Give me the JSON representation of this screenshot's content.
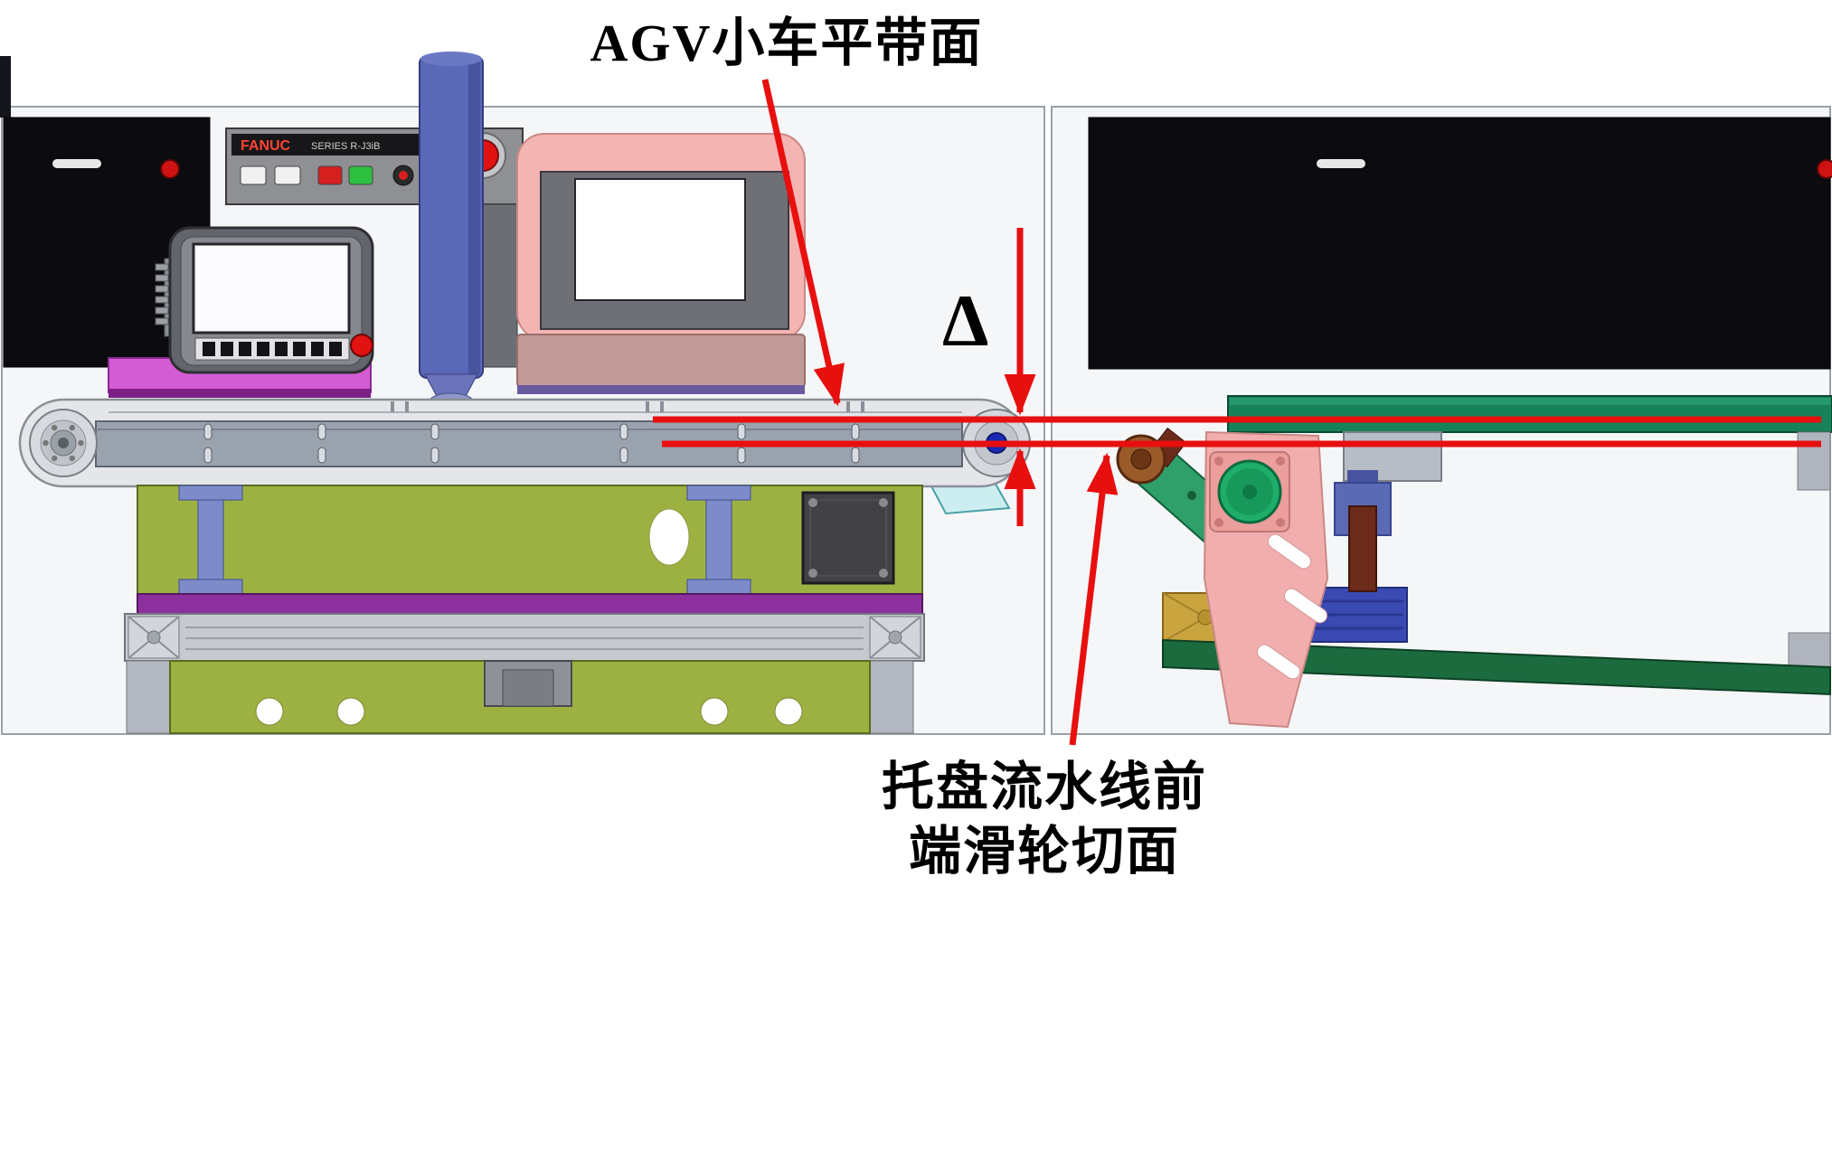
{
  "annotations": {
    "top_label": "AGV小车平带面",
    "delta": "Δ",
    "bottom_label_line1": "托盘流水线前",
    "bottom_label_line2": "端滑轮切面"
  },
  "control_panel": {
    "brand": "FANUC",
    "model": "SERIES R-J3iB"
  },
  "colors": {
    "annotation_red": "#e80f0f",
    "machine_green": "#9db143",
    "support_blue": "#7d8cc9",
    "accent_magenta": "#d45cd4",
    "monitor_pink": "#f4b4b2",
    "belt_gray": "#9aa2ae",
    "transfer_green": "#17825a",
    "panel_black": "#0c0c10"
  }
}
